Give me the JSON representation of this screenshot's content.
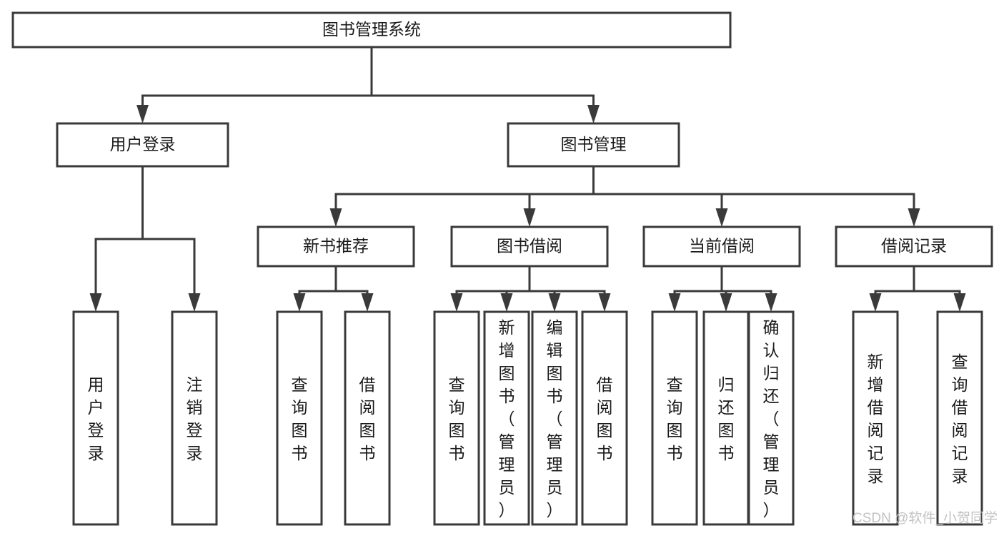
{
  "diagram": {
    "type": "tree",
    "title": "图书管理系统",
    "orientation": "top-down",
    "background_color": "#ffffff",
    "line_color": "#3a3a3a",
    "text_color": "#1a1a1a",
    "watermark": "CSDN @软件_小贺同学",
    "watermark_color": "#c2c2c2",
    "nodes": {
      "root": {
        "label": "图书管理系统",
        "level": 0,
        "orientation": "horizontal"
      },
      "l1_user_login": {
        "label": "用户登录",
        "level": 1,
        "orientation": "horizontal"
      },
      "l1_book_mgmt": {
        "label": "图书管理",
        "level": 1,
        "orientation": "horizontal"
      },
      "l2_new_book_rec": {
        "label": "新书推荐",
        "level": 2,
        "orientation": "horizontal"
      },
      "l2_book_borrow": {
        "label": "图书借阅",
        "level": 2,
        "orientation": "horizontal"
      },
      "l2_current_borrow": {
        "label": "当前借阅",
        "level": 2,
        "orientation": "horizontal"
      },
      "l2_borrow_record": {
        "label": "借阅记录",
        "level": 2,
        "orientation": "horizontal"
      },
      "leaf_user_login": {
        "label": "用户登录",
        "level": 3,
        "orientation": "vertical",
        "parent": "l1_user_login"
      },
      "leaf_logout": {
        "label": "注销登录",
        "level": 3,
        "orientation": "vertical",
        "parent": "l1_user_login"
      },
      "leaf_query_book_1": {
        "label": "查询图书",
        "level": 3,
        "orientation": "vertical",
        "parent": "l2_new_book_rec"
      },
      "leaf_borrow_book_1": {
        "label": "借阅图书",
        "level": 3,
        "orientation": "vertical",
        "parent": "l2_new_book_rec"
      },
      "leaf_query_book_2": {
        "label": "查询图书",
        "level": 3,
        "orientation": "vertical",
        "parent": "l2_book_borrow"
      },
      "leaf_add_book": {
        "label": "新增图书（管理员）",
        "level": 3,
        "orientation": "vertical",
        "parent": "l2_book_borrow"
      },
      "leaf_edit_book": {
        "label": "编辑图书（管理员）",
        "level": 3,
        "orientation": "vertical",
        "parent": "l2_book_borrow"
      },
      "leaf_borrow_book_2": {
        "label": "借阅图书",
        "level": 3,
        "orientation": "vertical",
        "parent": "l2_book_borrow"
      },
      "leaf_query_book_3": {
        "label": "查询图书",
        "level": 3,
        "orientation": "vertical",
        "parent": "l2_current_borrow"
      },
      "leaf_return_book": {
        "label": "归还图书",
        "level": 3,
        "orientation": "vertical",
        "parent": "l2_current_borrow"
      },
      "leaf_confirm_return": {
        "label": "确认归还（管理员）",
        "level": 3,
        "orientation": "vertical",
        "parent": "l2_current_borrow"
      },
      "leaf_add_record": {
        "label": "新增借阅记录",
        "level": 3,
        "orientation": "vertical",
        "parent": "l2_borrow_record"
      },
      "leaf_query_record": {
        "label": "查询借阅记录",
        "level": 3,
        "orientation": "vertical",
        "parent": "l2_borrow_record"
      }
    },
    "edges": [
      {
        "from": "root",
        "to": "l1_user_login"
      },
      {
        "from": "root",
        "to": "l1_book_mgmt"
      },
      {
        "from": "l1_book_mgmt",
        "to": "l2_new_book_rec"
      },
      {
        "from": "l1_book_mgmt",
        "to": "l2_book_borrow"
      },
      {
        "from": "l1_book_mgmt",
        "to": "l2_current_borrow"
      },
      {
        "from": "l1_book_mgmt",
        "to": "l2_borrow_record"
      },
      {
        "from": "l1_user_login",
        "to": "leaf_user_login"
      },
      {
        "from": "l1_user_login",
        "to": "leaf_logout"
      },
      {
        "from": "l2_new_book_rec",
        "to": "leaf_query_book_1"
      },
      {
        "from": "l2_new_book_rec",
        "to": "leaf_borrow_book_1"
      },
      {
        "from": "l2_book_borrow",
        "to": "leaf_query_book_2"
      },
      {
        "from": "l2_book_borrow",
        "to": "leaf_add_book"
      },
      {
        "from": "l2_book_borrow",
        "to": "leaf_edit_book"
      },
      {
        "from": "l2_book_borrow",
        "to": "leaf_borrow_book_2"
      },
      {
        "from": "l2_current_borrow",
        "to": "leaf_query_book_3"
      },
      {
        "from": "l2_current_borrow",
        "to": "leaf_return_book"
      },
      {
        "from": "l2_current_borrow",
        "to": "leaf_confirm_return"
      },
      {
        "from": "l2_borrow_record",
        "to": "leaf_add_record"
      },
      {
        "from": "l2_borrow_record",
        "to": "leaf_query_record"
      }
    ]
  }
}
